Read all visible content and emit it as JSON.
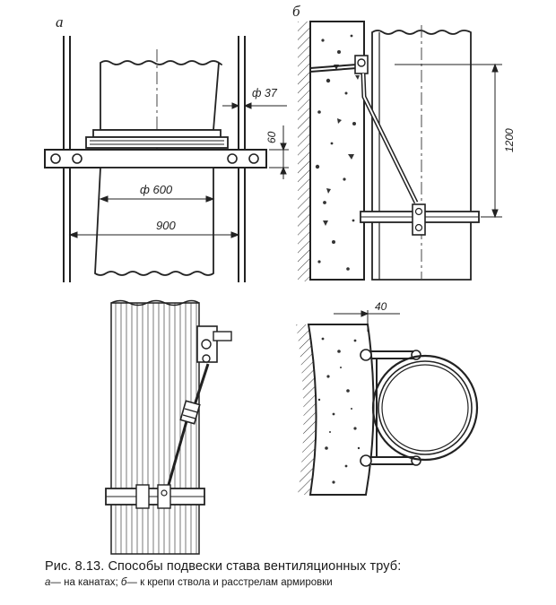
{
  "panels": {
    "a": {
      "letter": "а",
      "dims": {
        "pipe_diameter": "ф 600",
        "rope_diameter": "ф 37",
        "span": "900",
        "flange_height": "60"
      }
    },
    "b": {
      "letter": "б",
      "dims": {
        "rod_length": "1200",
        "offset": "40"
      }
    }
  },
  "caption": {
    "title": "Рис. 8.13. Способы подвески става вентиляционных труб:",
    "legend_a_letter": "а",
    "legend_a_text": "— на канатах;",
    "legend_b_letter": "б",
    "legend_b_text": "— к крепи ствола и расстрелам армировки"
  }
}
